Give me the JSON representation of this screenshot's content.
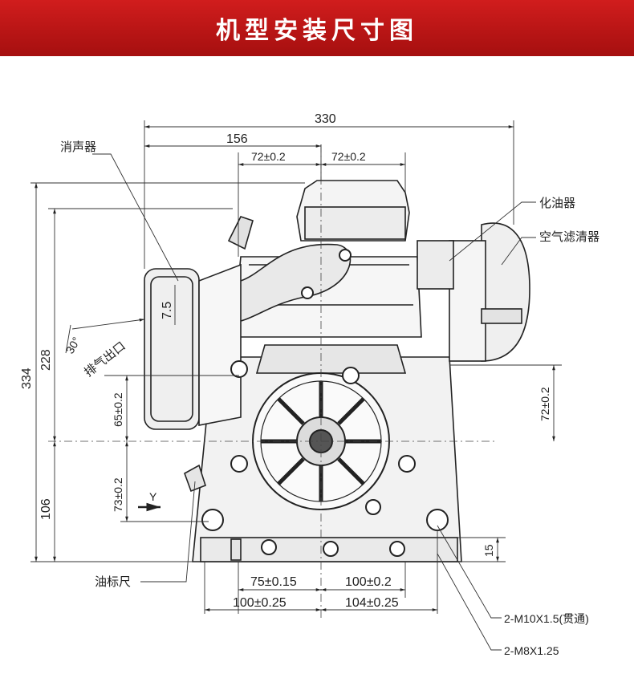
{
  "header": {
    "title": "机型安装尺寸图"
  },
  "dimensions": {
    "overall_width": "330",
    "left_width": "156",
    "mount_left": "72±0.2",
    "mount_right": "72±0.2",
    "overall_height": "334",
    "height_228": "228",
    "height_106": "106",
    "offset_65": "65±0.2",
    "offset_73": "73±0.2",
    "offset_72_right": "72±0.2",
    "exhaust_7_5": "7.5",
    "base_15": "15",
    "bottom_75": "75±0.15",
    "bottom_100_inner": "100±0.2",
    "bottom_100_outer": "100±0.25",
    "bottom_104": "104±0.25",
    "angle_30": "30°",
    "view_y": "Y"
  },
  "callouts": {
    "muffler": "消声器",
    "carburetor": "化油器",
    "air_filter": "空气滤清器",
    "exhaust_outlet": "排气出口",
    "dipstick": "油标尺",
    "bolt_m10": "2-M10X1.5(贯通)",
    "bolt_m8": "2-M8X1.25"
  },
  "colors": {
    "banner": "#c01515",
    "line": "#222222"
  }
}
